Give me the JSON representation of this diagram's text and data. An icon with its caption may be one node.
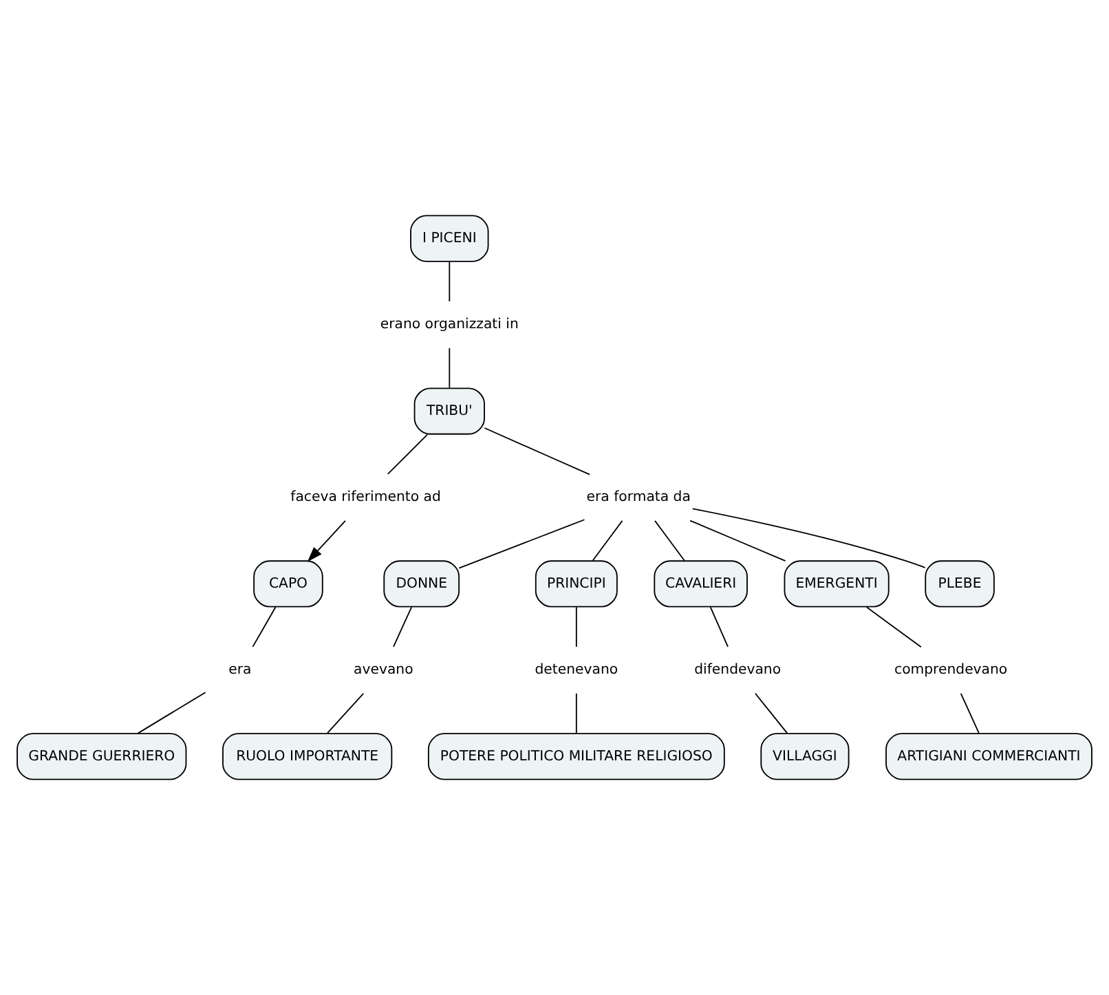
{
  "diagram": {
    "nodes": [
      {
        "text": [
          "I PICENI"
        ]
      },
      {
        "text": [
          "erano organizzati in"
        ]
      },
      {
        "text": [
          "TRIBU'"
        ]
      },
      {
        "text": [
          "faceva riferimento ad"
        ]
      },
      {
        "text": [
          "CAPO"
        ]
      },
      {
        "text": [
          "era"
        ]
      },
      {
        "text": [
          "GRANDE GUERRIERO"
        ]
      },
      {
        "text": [
          "era formata da"
        ]
      },
      {
        "text": [
          "DONNE"
        ]
      },
      {
        "text": [
          "PRINCIPI"
        ]
      },
      {
        "text": [
          "CAVALIERI"
        ]
      },
      {
        "text": [
          "EMERGENTI"
        ]
      },
      {
        "text": [
          "PLEBE"
        ]
      },
      {
        "text": [
          "avevano"
        ]
      },
      {
        "text": [
          "RUOLO IMPORTANTE"
        ]
      },
      {
        "text": [
          "detenevano"
        ]
      },
      {
        "text": [
          "POTERE POLITICO MILITARE RELIGIOSO"
        ]
      },
      {
        "text": [
          "difendevano"
        ]
      },
      {
        "text": [
          "VILLAGGI"
        ]
      },
      {
        "text": [
          "comprendevano"
        ]
      },
      {
        "text": [
          "ARTIGIANI COMMERCIANTI"
        ]
      }
    ],
    "edges": [
      {
        "from": 0,
        "to": 1,
        "arrow": "none"
      },
      {
        "from": 1,
        "to": 2,
        "arrow": "none"
      },
      {
        "from": 2,
        "to": 3,
        "arrow": "none"
      },
      {
        "from": 3,
        "to": 4,
        "arrow": "to"
      },
      {
        "from": 4,
        "to": 5,
        "arrow": "none"
      },
      {
        "from": 5,
        "to": 6,
        "arrow": "none"
      },
      {
        "from": 2,
        "to": 7,
        "arrow": "none"
      },
      {
        "from": 7,
        "to": 8,
        "arrow": "none"
      },
      {
        "from": 7,
        "to": 9,
        "arrow": "none"
      },
      {
        "from": 7,
        "to": 10,
        "arrow": "none"
      },
      {
        "from": 7,
        "to": 11,
        "arrow": "none"
      },
      {
        "from": 7,
        "to": 12,
        "arrow": "none"
      },
      {
        "from": 8,
        "to": 13,
        "arrow": "none"
      },
      {
        "from": 13,
        "to": 14,
        "arrow": "none"
      },
      {
        "from": 9,
        "to": 15,
        "arrow": "none"
      },
      {
        "from": 15,
        "to": 16,
        "arrow": "none"
      },
      {
        "from": 10,
        "to": 17,
        "arrow": "none"
      },
      {
        "from": 17,
        "to": 18,
        "arrow": "none"
      },
      {
        "from": 11,
        "to": 19,
        "arrow": "none"
      },
      {
        "from": 19,
        "to": 20,
        "arrow": "none"
      }
    ]
  }
}
